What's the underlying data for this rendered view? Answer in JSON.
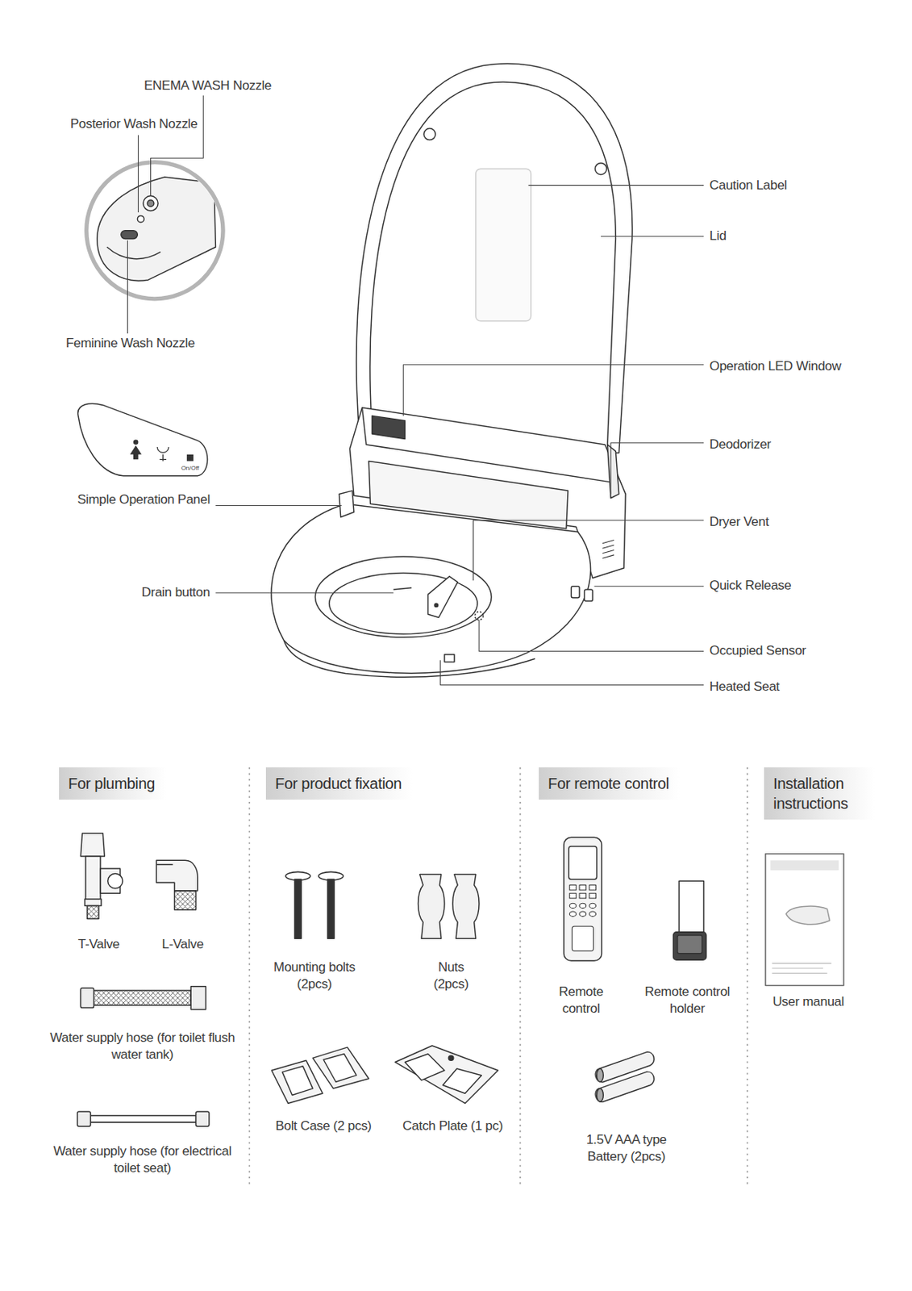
{
  "diagram": {
    "nodes": [
      {
        "text": [
          "For plumbing"
        ]
      },
      {
        "text": [
          "For product fixation"
        ]
      },
      {
        "text": [
          "For remote control"
        ]
      },
      {
        "text": [
          "Installation instructions"
        ]
      }
    ],
    "labels": [
      "ENEMA WASH Nozzle",
      "Posterior Wash Nozzle",
      "Feminine Wash Nozzle",
      "On/Off",
      "Simple Operation Panel",
      "Drain button",
      "Caution Label",
      "Lid",
      "Operation LED Window",
      "Deodorizer",
      "Dryer Vent",
      "Quick Release",
      "Occupied Sensor",
      "Heated Seat",
      "T-Valve",
      "L-Valve",
      "Water supply hose (for toilet flush water tank)",
      "Water supply hose (for electrical toilet seat)",
      "Mounting bolts (2pcs)",
      "Nuts (2pcs)",
      "Bolt Case (2 pcs)",
      "Catch Plate (1 pc)",
      "Remote control",
      "Remote control holder",
      "1.5V AAA type Battery (2pcs)",
      "User manual"
    ]
  }
}
